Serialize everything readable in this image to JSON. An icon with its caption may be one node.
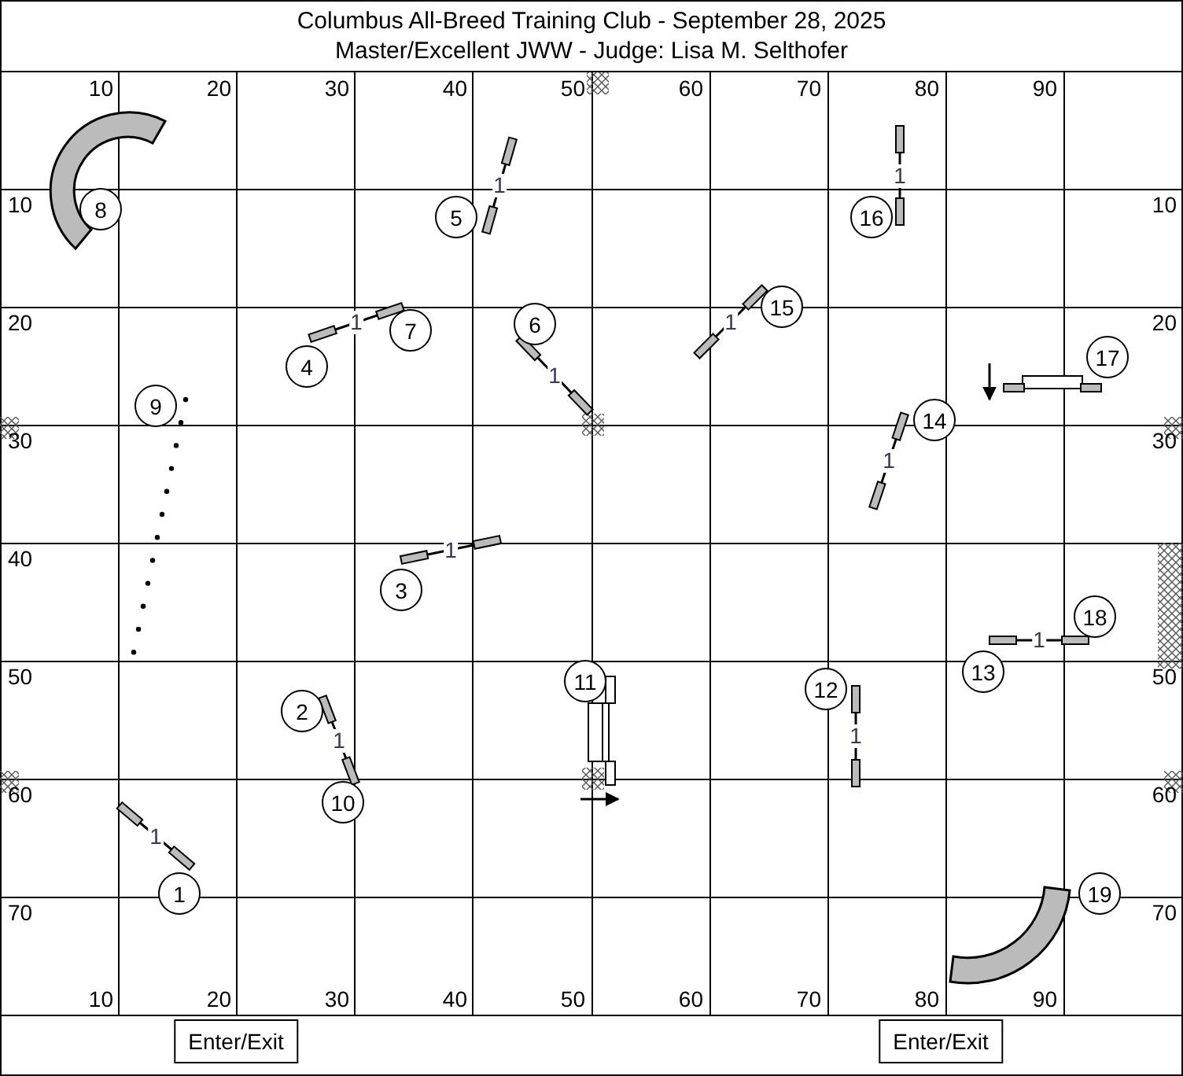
{
  "diagram": {
    "title": "Columbus All-Breed Training Club - September 28, 2025",
    "nodes": [
      {
        "text": [
          "1"
        ]
      },
      {
        "text": [
          "2"
        ]
      },
      {
        "text": [
          "3"
        ]
      },
      {
        "text": [
          "4"
        ]
      },
      {
        "text": [
          "5"
        ]
      },
      {
        "text": [
          "6"
        ]
      },
      {
        "text": [
          "7"
        ]
      },
      {
        "text": [
          "8"
        ]
      },
      {
        "text": [
          "9"
        ]
      },
      {
        "text": [
          "10"
        ]
      },
      {
        "text": [
          "11"
        ]
      },
      {
        "text": [
          "12"
        ]
      },
      {
        "text": [
          "13"
        ]
      },
      {
        "text": [
          "14"
        ]
      },
      {
        "text": [
          "15"
        ]
      },
      {
        "text": [
          "16"
        ]
      },
      {
        "text": [
          "17"
        ]
      },
      {
        "text": [
          "18"
        ]
      },
      {
        "text": [
          "19"
        ]
      },
      {
        "text": [
          "Enter/Exit"
        ]
      },
      {
        "text": [
          "Enter/Exit"
        ]
      }
    ],
    "labels": [
      "Master/Excellent JWW - Judge: Lisa M. Selthofer",
      "10",
      "20",
      "30",
      "40",
      "50",
      "60",
      "70",
      "80",
      "90",
      "10",
      "10",
      "20",
      "20",
      "30",
      "30",
      "40",
      "50",
      "50",
      "60",
      "60",
      "70",
      "70",
      "10",
      "20",
      "30",
      "40",
      "50",
      "60",
      "70",
      "80",
      "90",
      "1",
      "1",
      "1",
      "1",
      "1",
      "1",
      "1",
      "1",
      "1",
      "1",
      "1"
    ]
  }
}
